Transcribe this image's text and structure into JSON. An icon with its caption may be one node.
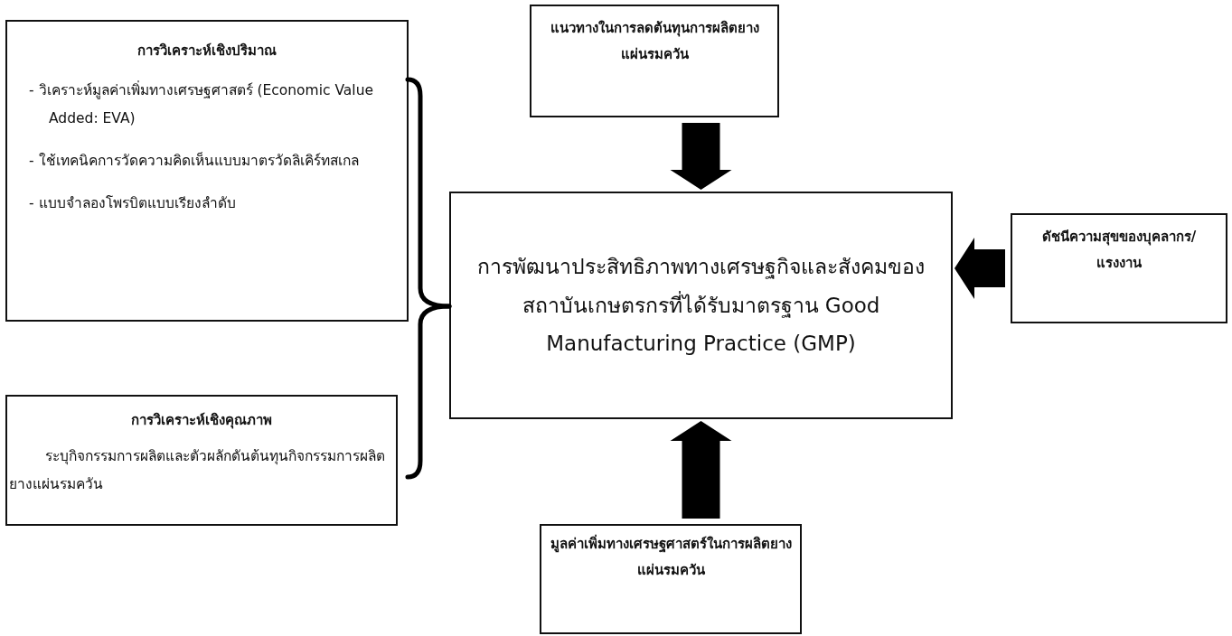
{
  "diagram": {
    "nodes": [
      {
        "text": [
          "การวิเคราะห์เชิงปริมาณ",
          "- วิเคราะห์มูลค่าเพิ่มทางเศรษฐศาสตร์ (Economic Value Added: EVA)",
          "- ใช้เทคนิคการวัดความคิดเห็นแบบมาตรวัดลิเคิร์ทสเกล",
          "- แบบจำลองโพรบิตแบบเรียงลำดับ"
        ]
      },
      {
        "text": [
          "การวิเคราะห์เชิงคุณภาพ",
          "ระบุกิจกรรมการผลิตและตัวผลักดันต้นทุนกิจกรรมการผลิตยางแผ่นรมควัน"
        ]
      },
      {
        "text": [
          "แนวทางในการลดต้นทุนการผลิตยางแผ่นรมควัน"
        ]
      },
      {
        "text": [
          "การพัฒนาประสิทธิภาพทางเศรษฐกิจและสังคมของสถาบันเกษตรกรที่ได้รับมาตรฐาน Good Manufacturing Practice (GMP)"
        ]
      },
      {
        "text": [
          "ดัชนีความสุขของบุคลากร/แรงงาน"
        ]
      },
      {
        "text": [
          "มูลค่าเพิ่มทางเศรษฐศาสตร์ในการผลิตยางแผ่นรมควัน"
        ]
      }
    ],
    "edges": [
      {
        "from": 0,
        "to": 3,
        "arrow": "none"
      },
      {
        "from": 1,
        "to": 3,
        "arrow": "none"
      },
      {
        "from": 2,
        "to": 3,
        "arrow": "to",
        "style": "thick"
      },
      {
        "from": 4,
        "to": 3,
        "arrow": "to",
        "style": "thick"
      },
      {
        "from": 5,
        "to": 3,
        "arrow": "to",
        "style": "thick"
      }
    ]
  }
}
